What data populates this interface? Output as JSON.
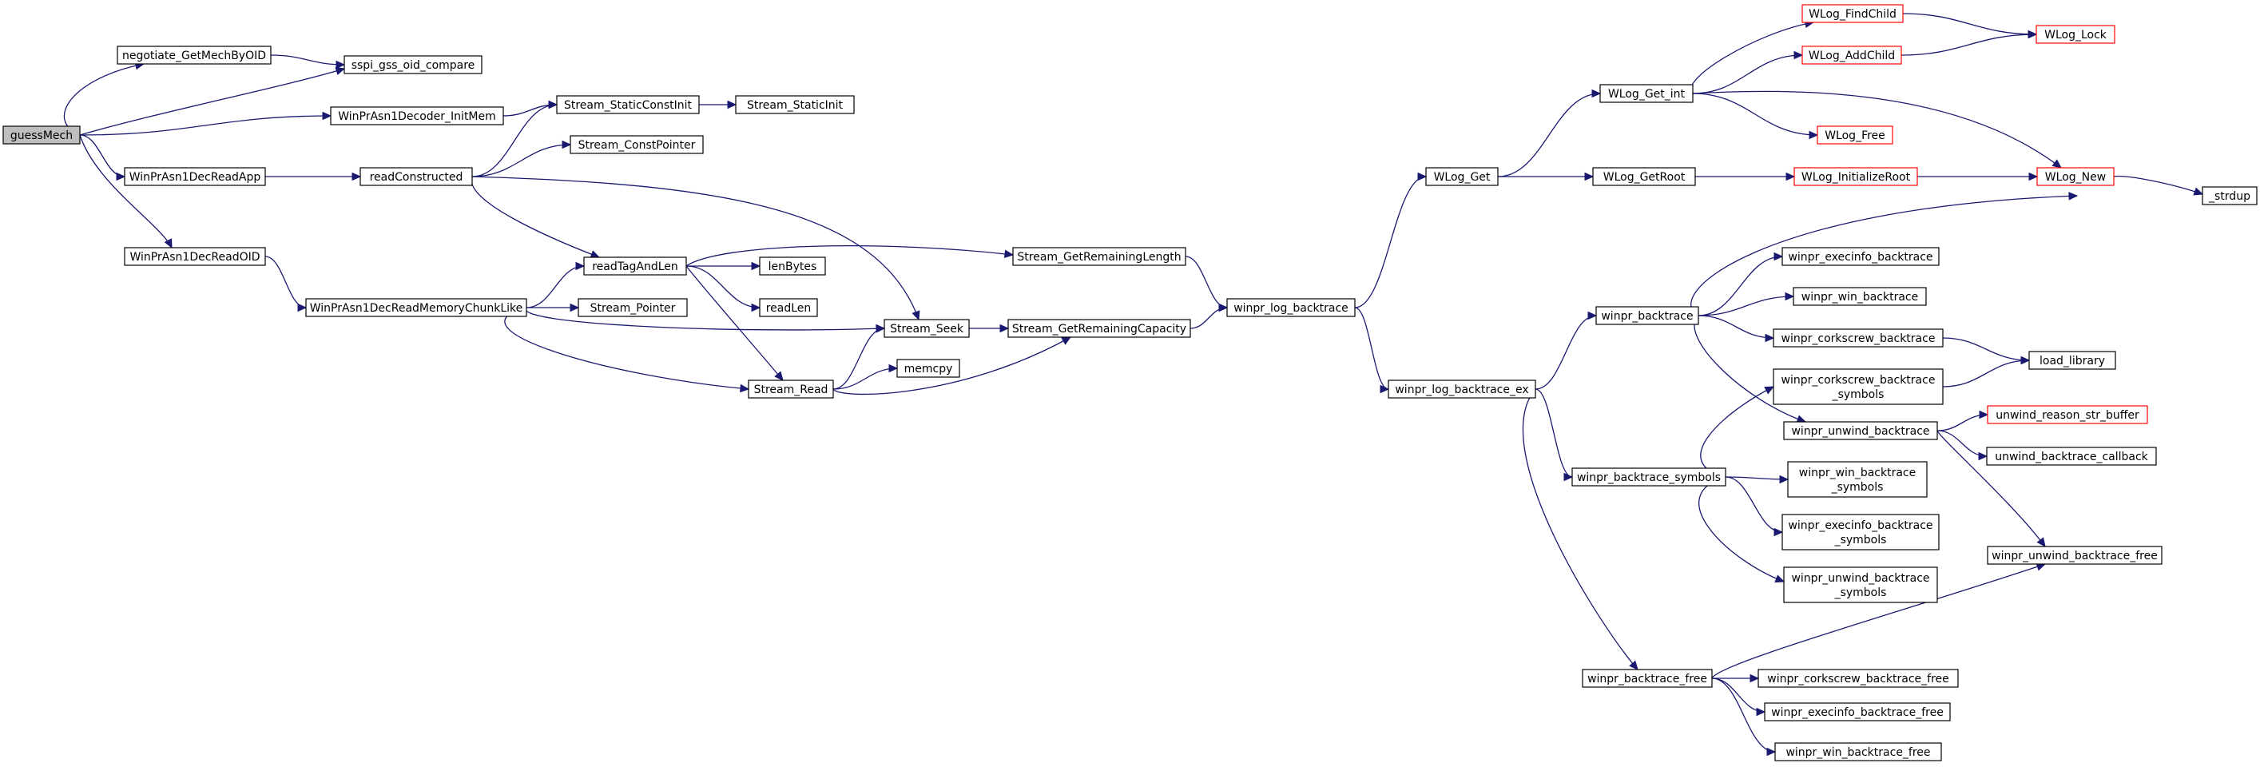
{
  "colors": {
    "edge": "#191970",
    "node_border": "#000000",
    "truncated_border": "#ff0000",
    "root_fill": "#bfbfbf",
    "background": "#ffffff"
  },
  "nodes": {
    "guessMech": {
      "lines": [
        "guessMech"
      ],
      "root": true
    },
    "negotiate_GetMechByOID": {
      "lines": [
        "negotiate_GetMechByOID"
      ]
    },
    "sspi_gss_oid_compare": {
      "lines": [
        "sspi_gss_oid_compare"
      ]
    },
    "WinPrAsn1Decoder_InitMem": {
      "lines": [
        "WinPrAsn1Decoder_InitMem"
      ]
    },
    "Stream_StaticConstInit": {
      "lines": [
        "Stream_StaticConstInit"
      ]
    },
    "Stream_StaticInit": {
      "lines": [
        "Stream_StaticInit"
      ]
    },
    "WinPrAsn1DecReadApp": {
      "lines": [
        "WinPrAsn1DecReadApp"
      ]
    },
    "readConstructed": {
      "lines": [
        "readConstructed"
      ]
    },
    "Stream_ConstPointer": {
      "lines": [
        "Stream_ConstPointer"
      ]
    },
    "WinPrAsn1DecReadOID": {
      "lines": [
        "WinPrAsn1DecReadOID"
      ]
    },
    "readTagAndLen": {
      "lines": [
        "readTagAndLen"
      ]
    },
    "lenBytes": {
      "lines": [
        "lenBytes"
      ]
    },
    "readLen": {
      "lines": [
        "readLen"
      ]
    },
    "WinPrAsn1DecReadMemoryChunkLike": {
      "lines": [
        "WinPrAsn1DecReadMemoryChunkLike"
      ]
    },
    "Stream_Pointer": {
      "lines": [
        "Stream_Pointer"
      ]
    },
    "Stream_Seek": {
      "lines": [
        "Stream_Seek"
      ]
    },
    "Stream_Read": {
      "lines": [
        "Stream_Read"
      ]
    },
    "memcpy": {
      "lines": [
        "memcpy"
      ]
    },
    "Stream_GetRemainingLength": {
      "lines": [
        "Stream_GetRemainingLength"
      ]
    },
    "Stream_GetRemainingCapacity": {
      "lines": [
        "Stream_GetRemainingCapacity"
      ]
    },
    "winpr_log_backtrace": {
      "lines": [
        "winpr_log_backtrace"
      ]
    },
    "WLog_Get": {
      "lines": [
        "WLog_Get"
      ]
    },
    "winpr_log_backtrace_ex": {
      "lines": [
        "winpr_log_backtrace_ex"
      ]
    },
    "WLog_Get_int": {
      "lines": [
        "WLog_Get_int"
      ]
    },
    "WLog_GetRoot": {
      "lines": [
        "WLog_GetRoot"
      ]
    },
    "WLog_FindChild": {
      "lines": [
        "WLog_FindChild"
      ],
      "truncated": true
    },
    "WLog_AddChild": {
      "lines": [
        "WLog_AddChild"
      ],
      "truncated": true
    },
    "WLog_Free": {
      "lines": [
        "WLog_Free"
      ],
      "truncated": true
    },
    "WLog_InitializeRoot": {
      "lines": [
        "WLog_InitializeRoot"
      ],
      "truncated": true
    },
    "WLog_Lock": {
      "lines": [
        "WLog_Lock"
      ],
      "truncated": true
    },
    "WLog_New": {
      "lines": [
        "WLog_New"
      ],
      "truncated": true
    },
    "_strdup": {
      "lines": [
        "_strdup"
      ]
    },
    "winpr_backtrace": {
      "lines": [
        "winpr_backtrace"
      ]
    },
    "winpr_execinfo_backtrace": {
      "lines": [
        "winpr_execinfo_backtrace"
      ]
    },
    "winpr_win_backtrace": {
      "lines": [
        "winpr_win_backtrace"
      ]
    },
    "winpr_corkscrew_backtrace": {
      "lines": [
        "winpr_corkscrew_backtrace"
      ]
    },
    "load_library": {
      "lines": [
        "load_library"
      ]
    },
    "winpr_corkscrew_backtrace_symbols": {
      "lines": [
        "winpr_corkscrew_backtrace",
        "_symbols"
      ]
    },
    "winpr_unwind_backtrace": {
      "lines": [
        "winpr_unwind_backtrace"
      ]
    },
    "unwind_reason_str_buffer": {
      "lines": [
        "unwind_reason_str_buffer"
      ],
      "truncated": true
    },
    "unwind_backtrace_callback": {
      "lines": [
        "unwind_backtrace_callback"
      ]
    },
    "winpr_backtrace_symbols": {
      "lines": [
        "winpr_backtrace_symbols"
      ]
    },
    "winpr_win_backtrace_symbols": {
      "lines": [
        "winpr_win_backtrace",
        "_symbols"
      ]
    },
    "winpr_execinfo_backtrace_symbols": {
      "lines": [
        "winpr_execinfo_backtrace",
        "_symbols"
      ]
    },
    "winpr_unwind_backtrace_symbols": {
      "lines": [
        "winpr_unwind_backtrace",
        "_symbols"
      ]
    },
    "winpr_unwind_backtrace_free": {
      "lines": [
        "winpr_unwind_backtrace_free"
      ]
    },
    "winpr_backtrace_free": {
      "lines": [
        "winpr_backtrace_free"
      ]
    },
    "winpr_corkscrew_backtrace_free": {
      "lines": [
        "winpr_corkscrew_backtrace_free"
      ]
    },
    "winpr_execinfo_backtrace_free": {
      "lines": [
        "winpr_execinfo_backtrace_free"
      ]
    },
    "winpr_win_backtrace_free": {
      "lines": [
        "winpr_win_backtrace_free"
      ]
    }
  },
  "edges": [
    [
      "guessMech",
      "negotiate_GetMechByOID"
    ],
    [
      "guessMech",
      "sspi_gss_oid_compare"
    ],
    [
      "guessMech",
      "WinPrAsn1Decoder_InitMem"
    ],
    [
      "guessMech",
      "WinPrAsn1DecReadApp"
    ],
    [
      "guessMech",
      "WinPrAsn1DecReadOID"
    ],
    [
      "negotiate_GetMechByOID",
      "sspi_gss_oid_compare"
    ],
    [
      "WinPrAsn1Decoder_InitMem",
      "Stream_StaticConstInit"
    ],
    [
      "Stream_StaticConstInit",
      "Stream_StaticInit"
    ],
    [
      "WinPrAsn1DecReadApp",
      "readConstructed"
    ],
    [
      "readConstructed",
      "Stream_StaticConstInit"
    ],
    [
      "readConstructed",
      "Stream_ConstPointer"
    ],
    [
      "readConstructed",
      "readTagAndLen"
    ],
    [
      "readConstructed",
      "Stream_Seek"
    ],
    [
      "WinPrAsn1DecReadOID",
      "WinPrAsn1DecReadMemoryChunkLike"
    ],
    [
      "WinPrAsn1DecReadMemoryChunkLike",
      "readTagAndLen"
    ],
    [
      "WinPrAsn1DecReadMemoryChunkLike",
      "Stream_Pointer"
    ],
    [
      "WinPrAsn1DecReadMemoryChunkLike",
      "Stream_Seek"
    ],
    [
      "WinPrAsn1DecReadMemoryChunkLike",
      "Stream_Read"
    ],
    [
      "readTagAndLen",
      "lenBytes"
    ],
    [
      "readTagAndLen",
      "readLen"
    ],
    [
      "readTagAndLen",
      "Stream_GetRemainingLength"
    ],
    [
      "readTagAndLen",
      "Stream_Read"
    ],
    [
      "Stream_Read",
      "Stream_Seek"
    ],
    [
      "Stream_Read",
      "memcpy"
    ],
    [
      "Stream_Read",
      "Stream_GetRemainingCapacity"
    ],
    [
      "Stream_Seek",
      "Stream_GetRemainingCapacity"
    ],
    [
      "Stream_GetRemainingLength",
      "winpr_log_backtrace"
    ],
    [
      "Stream_GetRemainingCapacity",
      "winpr_log_backtrace"
    ],
    [
      "winpr_log_backtrace",
      "WLog_Get"
    ],
    [
      "winpr_log_backtrace",
      "winpr_log_backtrace_ex"
    ],
    [
      "WLog_Get",
      "WLog_Get_int"
    ],
    [
      "WLog_Get",
      "WLog_GetRoot"
    ],
    [
      "WLog_Get_int",
      "WLog_FindChild"
    ],
    [
      "WLog_Get_int",
      "WLog_AddChild"
    ],
    [
      "WLog_Get_int",
      "WLog_Free"
    ],
    [
      "WLog_Get_int",
      "WLog_New"
    ],
    [
      "WLog_FindChild",
      "WLog_Lock"
    ],
    [
      "WLog_AddChild",
      "WLog_Lock"
    ],
    [
      "WLog_GetRoot",
      "WLog_InitializeRoot"
    ],
    [
      "WLog_InitializeRoot",
      "WLog_New"
    ],
    [
      "WLog_New",
      "_strdup"
    ],
    [
      "winpr_log_backtrace_ex",
      "winpr_backtrace"
    ],
    [
      "winpr_log_backtrace_ex",
      "winpr_backtrace_symbols"
    ],
    [
      "winpr_log_backtrace_ex",
      "winpr_backtrace_free"
    ],
    [
      "winpr_backtrace",
      "_strdup"
    ],
    [
      "winpr_backtrace",
      "winpr_execinfo_backtrace"
    ],
    [
      "winpr_backtrace",
      "winpr_win_backtrace"
    ],
    [
      "winpr_backtrace",
      "winpr_corkscrew_backtrace"
    ],
    [
      "winpr_backtrace",
      "winpr_unwind_backtrace"
    ],
    [
      "winpr_corkscrew_backtrace",
      "load_library"
    ],
    [
      "winpr_corkscrew_backtrace_symbols",
      "load_library"
    ],
    [
      "winpr_unwind_backtrace",
      "unwind_reason_str_buffer"
    ],
    [
      "winpr_unwind_backtrace",
      "unwind_backtrace_callback"
    ],
    [
      "winpr_unwind_backtrace",
      "winpr_unwind_backtrace_free"
    ],
    [
      "winpr_backtrace_symbols",
      "winpr_corkscrew_backtrace_symbols"
    ],
    [
      "winpr_backtrace_symbols",
      "winpr_win_backtrace_symbols"
    ],
    [
      "winpr_backtrace_symbols",
      "winpr_execinfo_backtrace_symbols"
    ],
    [
      "winpr_backtrace_symbols",
      "winpr_unwind_backtrace_symbols"
    ],
    [
      "winpr_backtrace_free",
      "winpr_unwind_backtrace_free"
    ],
    [
      "winpr_backtrace_free",
      "winpr_corkscrew_backtrace_free"
    ],
    [
      "winpr_backtrace_free",
      "winpr_execinfo_backtrace_free"
    ],
    [
      "winpr_backtrace_free",
      "winpr_win_backtrace_free"
    ]
  ]
}
